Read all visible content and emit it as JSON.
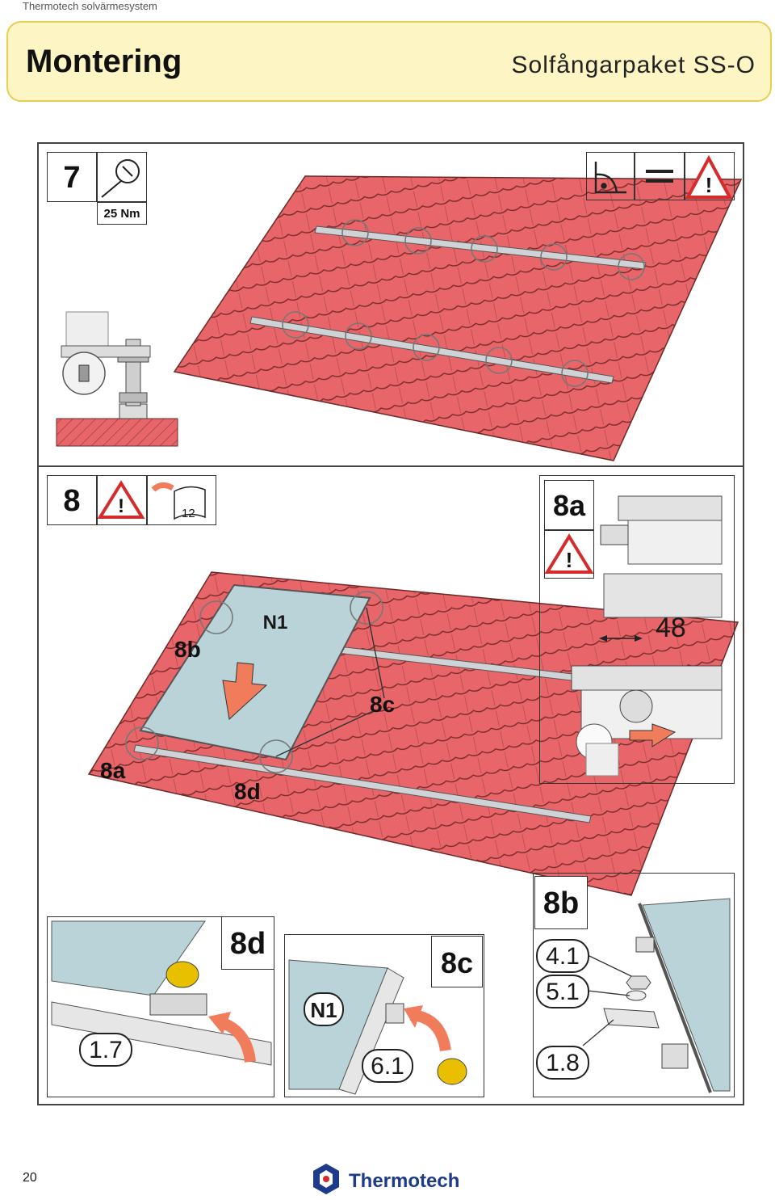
{
  "doc": {
    "topline": "Thermotech solvärmesystem",
    "page_number": "20"
  },
  "header": {
    "title": "Montering",
    "subtitle": "Solfångarpaket SS-O"
  },
  "step7": {
    "number": "7",
    "torque": "25 Nm"
  },
  "step8": {
    "number": "8",
    "page_ref": "12",
    "panel_label": "N1",
    "callouts": {
      "a": "8a",
      "b": "8b",
      "c": "8c",
      "d": "8d"
    }
  },
  "detail8a": {
    "title": "8a",
    "dimension": "48"
  },
  "detail8d": {
    "title": "8d",
    "part": "1.7"
  },
  "detail8c": {
    "title": "8c",
    "panel_label": "N1",
    "part": "6.1"
  },
  "detail8b": {
    "title": "8b",
    "parts": [
      "4.1",
      "5.1",
      "1.8"
    ]
  },
  "brand": {
    "name": "Thermotech"
  },
  "colors": {
    "roof": "#e8666a",
    "panel": "#b9d3d9",
    "header_bg": "#fdf6c4",
    "warning": "#d52b2b",
    "arrow": "#f07c5c"
  }
}
